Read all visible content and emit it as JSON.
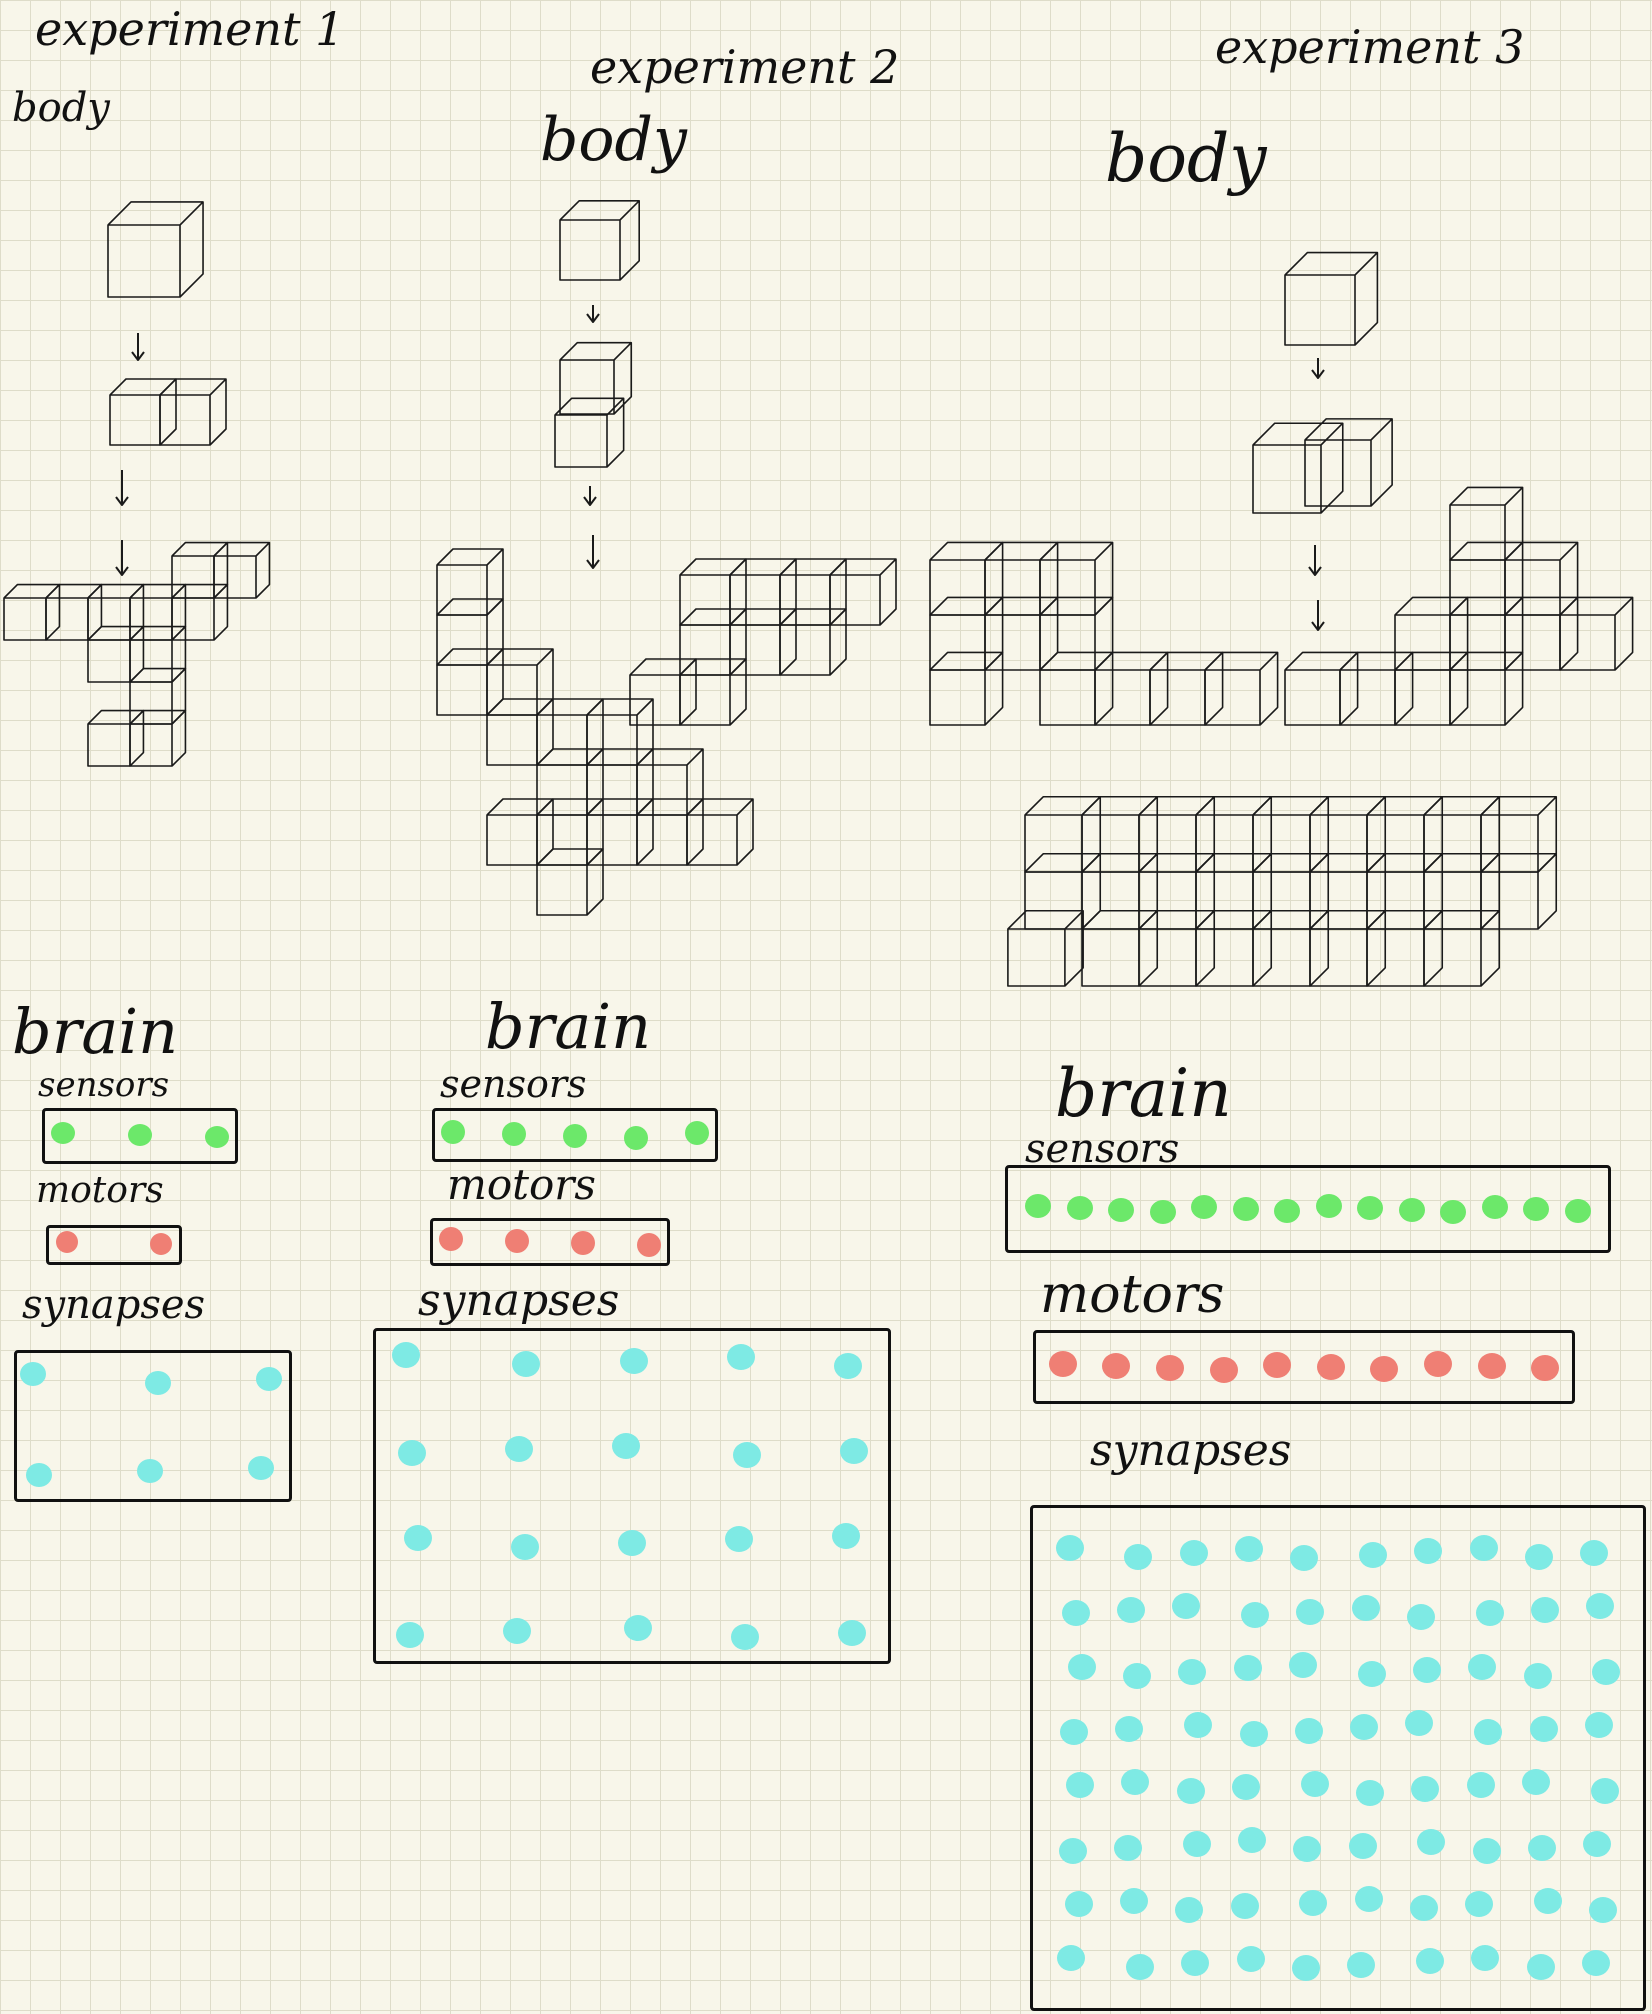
{
  "colors": {
    "paper": "#f8f6ea",
    "grid": "#dedcc9",
    "ink": "#111111",
    "sensor": "#6ce86a",
    "motor": "#ef7f74",
    "synapse": "#7eeae4"
  },
  "experiments": [
    {
      "title": "experiment 1",
      "body_label": "body",
      "brain_label": "brain",
      "sensors_label": "sensors",
      "motors_label": "motors",
      "synapses_label": "synapses",
      "sensor_count": 3,
      "motor_count": 2,
      "synapse_grid": [
        2,
        3
      ]
    },
    {
      "title": "experiment 2",
      "body_label": "body",
      "brain_label": "brain",
      "sensors_label": "sensors",
      "motors_label": "motors",
      "synapses_label": "synapses",
      "sensor_count": 5,
      "motor_count": 4,
      "synapse_grid": [
        4,
        5
      ]
    },
    {
      "title": "experiment 3",
      "body_label": "body",
      "brain_label": "brain",
      "sensors_label": "sensors",
      "motors_label": "motors",
      "synapses_label": "synapses",
      "sensor_count": 14,
      "motor_count": 10,
      "synapse_grid": [
        8,
        10
      ]
    }
  ]
}
